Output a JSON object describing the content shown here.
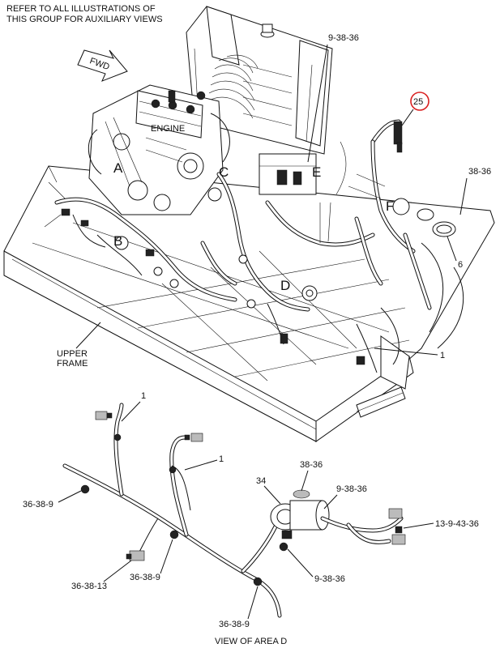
{
  "header": {
    "note_line1": "REFER TO ALL ILLUSTRATIONS OF",
    "note_line2": "THIS GROUP FOR AUXILIARY VIEWS",
    "fwd": "FWD"
  },
  "main_view": {
    "engine": "ENGINE",
    "upper_frame_line1": "UPPER",
    "upper_frame_line2": "FRAME",
    "areas": [
      "A",
      "B",
      "C",
      "D",
      "E",
      "F"
    ],
    "callouts": {
      "top_right_ref": "9-38-36",
      "highlight": "25",
      "right_ref": "38-36",
      "part6": "6",
      "part1": "1"
    }
  },
  "detail_view": {
    "title": "VIEW OF AREA  D",
    "callouts": {
      "c1_top": "1",
      "c1_mid": "1",
      "c34": "34",
      "c38_36": "38-36",
      "c9_38_36_a": "9-38-36",
      "c13_9_43_36": "13-9-43-36",
      "c36_38_9_left": "36-38-9",
      "c36_38_13": "36-38-13",
      "c36_38_9_mid": "36-38-9",
      "c9_38_36_b": "9-38-36",
      "c36_38_9_bottom": "36-38-9"
    }
  },
  "colors": {
    "highlight_circle": "#d92020",
    "line": "#111111"
  }
}
